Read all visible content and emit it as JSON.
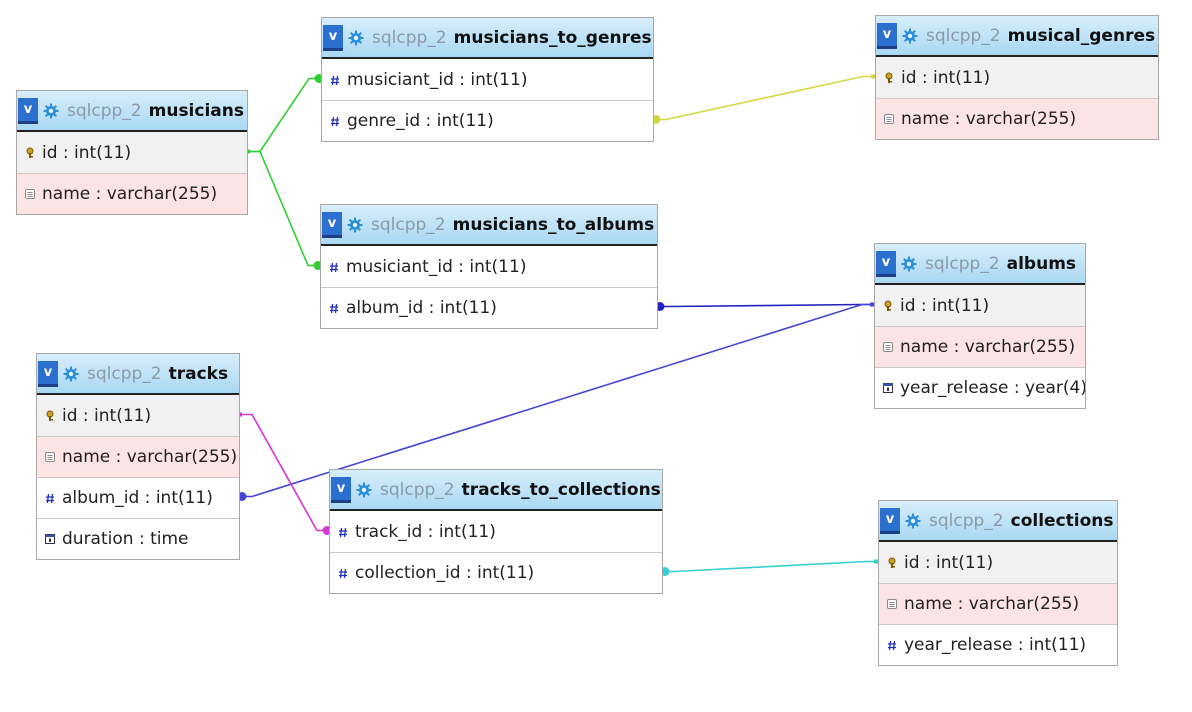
{
  "diagram": {
    "database": "sqlcpp_2",
    "toggle_label": "v",
    "tables": [
      {
        "id": "musicians",
        "name": "musicians",
        "columns": [
          {
            "text": "id : int(11)",
            "kind": "key"
          },
          {
            "text": "name : varchar(255)",
            "kind": "txt"
          }
        ]
      },
      {
        "id": "musicians_to_genres",
        "name": "musicians_to_genres",
        "columns": [
          {
            "text": "musiciant_id : int(11)",
            "kind": "num"
          },
          {
            "text": "genre_id : int(11)",
            "kind": "num"
          }
        ]
      },
      {
        "id": "musical_genres",
        "name": "musical_genres",
        "columns": [
          {
            "text": "id : int(11)",
            "kind": "key"
          },
          {
            "text": "name : varchar(255)",
            "kind": "txt"
          }
        ]
      },
      {
        "id": "musicians_to_albums",
        "name": "musicians_to_albums",
        "columns": [
          {
            "text": "musiciant_id : int(11)",
            "kind": "num"
          },
          {
            "text": "album_id : int(11)",
            "kind": "num"
          }
        ]
      },
      {
        "id": "albums",
        "name": "albums",
        "columns": [
          {
            "text": "id : int(11)",
            "kind": "key"
          },
          {
            "text": "name : varchar(255)",
            "kind": "txt"
          },
          {
            "text": "year_release : year(4)",
            "kind": "dt"
          }
        ]
      },
      {
        "id": "tracks",
        "name": "tracks",
        "columns": [
          {
            "text": "id : int(11)",
            "kind": "key"
          },
          {
            "text": "name : varchar(255)",
            "kind": "txt"
          },
          {
            "text": "album_id : int(11)",
            "kind": "num"
          },
          {
            "text": "duration : time",
            "kind": "dt"
          }
        ]
      },
      {
        "id": "tracks_to_collections",
        "name": "tracks_to_collections",
        "columns": [
          {
            "text": "track_id : int(11)",
            "kind": "num"
          },
          {
            "text": "collection_id : int(11)",
            "kind": "num"
          }
        ]
      },
      {
        "id": "collections",
        "name": "collections",
        "columns": [
          {
            "text": "id : int(11)",
            "kind": "key"
          },
          {
            "text": "name : varchar(255)",
            "kind": "txt"
          },
          {
            "text": "year_release : int(11)",
            "kind": "num"
          }
        ]
      }
    ],
    "relations": [
      {
        "from": "musicians_to_genres.musiciant_id",
        "to": "musicians.id",
        "color": "#2fcf2f"
      },
      {
        "from": "musicians_to_albums.musiciant_id",
        "to": "musicians.id",
        "color": "#2fcf2f"
      },
      {
        "from": "musicians_to_genres.genre_id",
        "to": "musical_genres.id",
        "color": "#d6d640"
      },
      {
        "from": "musicians_to_albums.album_id",
        "to": "albums.id",
        "color": "#2323bf"
      },
      {
        "from": "tracks.album_id",
        "to": "albums.id",
        "color": "#4646d6"
      },
      {
        "from": "tracks_to_collections.track_id",
        "to": "tracks.id",
        "color": "#d636d6"
      },
      {
        "from": "tracks_to_collections.collection_id",
        "to": "collections.id",
        "color": "#34cfcf"
      }
    ]
  }
}
